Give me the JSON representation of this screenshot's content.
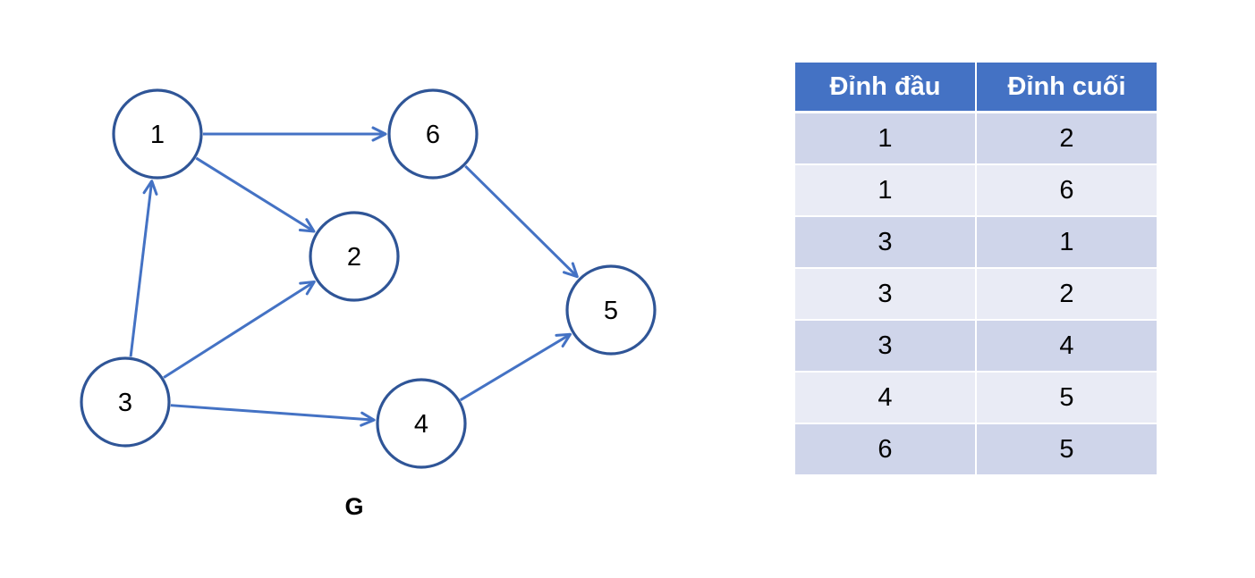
{
  "graph": {
    "caption": "G",
    "nodes": [
      {
        "id": "1",
        "label": "1"
      },
      {
        "id": "2",
        "label": "2"
      },
      {
        "id": "3",
        "label": "3"
      },
      {
        "id": "4",
        "label": "4"
      },
      {
        "id": "5",
        "label": "5"
      },
      {
        "id": "6",
        "label": "6"
      }
    ],
    "edges": [
      {
        "from": "1",
        "to": "2"
      },
      {
        "from": "1",
        "to": "6"
      },
      {
        "from": "3",
        "to": "1"
      },
      {
        "from": "3",
        "to": "2"
      },
      {
        "from": "3",
        "to": "4"
      },
      {
        "from": "4",
        "to": "5"
      },
      {
        "from": "6",
        "to": "5"
      }
    ]
  },
  "table": {
    "headers": [
      "Đỉnh đầu",
      "Đỉnh cuối"
    ],
    "rows": [
      [
        "1",
        "2"
      ],
      [
        "1",
        "6"
      ],
      [
        "3",
        "1"
      ],
      [
        "3",
        "2"
      ],
      [
        "3",
        "4"
      ],
      [
        "4",
        "5"
      ],
      [
        "6",
        "5"
      ]
    ]
  },
  "colors": {
    "edge": "#4472c4",
    "node_border": "#2f5597",
    "header_bg": "#4472c4",
    "row_dark": "#cfd5ea",
    "row_light": "#e9ebf5"
  }
}
